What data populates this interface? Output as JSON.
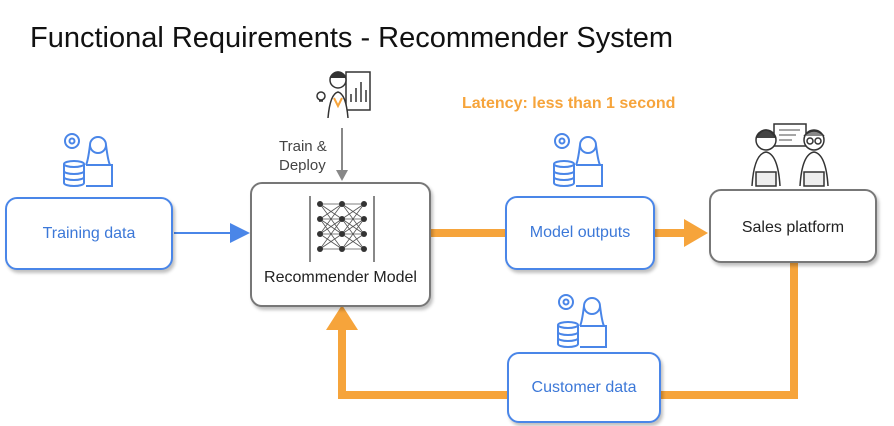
{
  "title": "Functional Requirements - Recommender System",
  "latency_note": "Latency: less than 1 second",
  "train_deploy": {
    "line1": "Train &",
    "line2": "Deploy"
  },
  "nodes": {
    "training_data": "Training data",
    "recommender_model": "Recommender Model",
    "model_outputs": "Model outputs",
    "sales_platform": "Sales platform",
    "customer_data": "Customer data"
  },
  "colors": {
    "blue": "#4a86e8",
    "orange": "#f6a43b",
    "grey": "#777777"
  },
  "icons": [
    "data-person-icon",
    "data-scientist-icon",
    "neural-network-icon",
    "sales-team-icon"
  ]
}
